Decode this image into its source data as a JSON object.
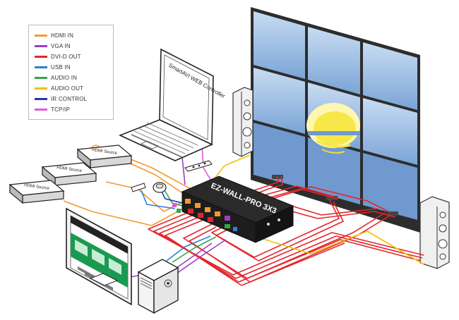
{
  "legend": [
    {
      "label": "HDMI IN",
      "color": "#f39a2e"
    },
    {
      "label": "VGA IN",
      "color": "#a03cc8"
    },
    {
      "label": "DVI-D OUT",
      "color": "#e3262c"
    },
    {
      "label": "USB IN",
      "color": "#2b7fd6"
    },
    {
      "label": "AUDIO IN",
      "color": "#33a845"
    },
    {
      "label": "AUDIO OUT",
      "color": "#f2c200"
    },
    {
      "label": "IR CONTROL",
      "color": "#243aa8"
    },
    {
      "label": "TCP/IP",
      "color": "#e25ad8"
    }
  ],
  "sources": [
    "HDMI Source",
    "HDMI Source",
    "HDMI Source"
  ],
  "laptop_label": "SmartAVI WEB Controller",
  "device_label": "EZ-WALL-PRO 3X3",
  "colors": {
    "screen": "#8fb4e0",
    "screen_light": "#c6dbf2",
    "device": "#1f1f1f",
    "sun": "#f7e84a",
    "monitor_green": "#1a9a50"
  }
}
